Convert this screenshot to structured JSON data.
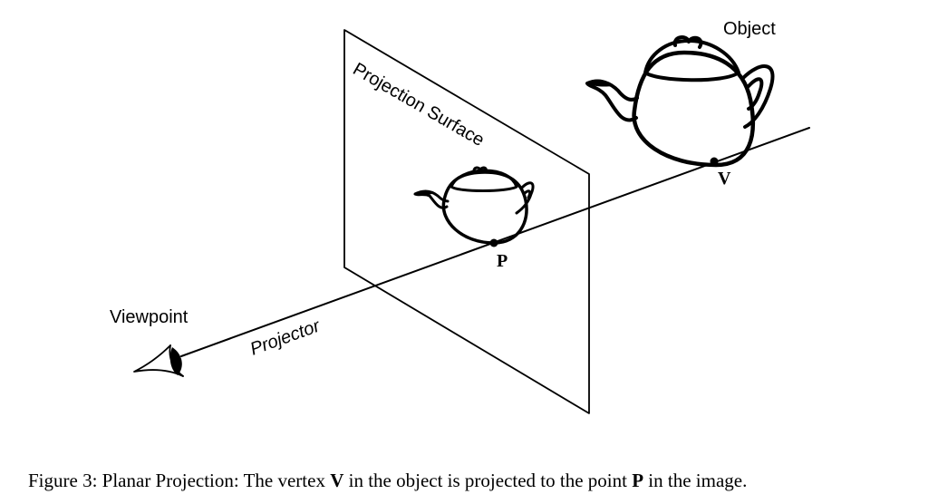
{
  "labels": {
    "object": "Object",
    "projection_surface": "Projection Surface",
    "viewpoint": "Viewpoint",
    "projector": "Projector",
    "point_p": "P",
    "vertex_v": "V"
  },
  "caption": {
    "part1": "Figure 3: Planar Projection: The vertex ",
    "bold_v": "V",
    "part2": " in the object is projected to the point ",
    "bold_p": "P",
    "part3": " in the image."
  }
}
